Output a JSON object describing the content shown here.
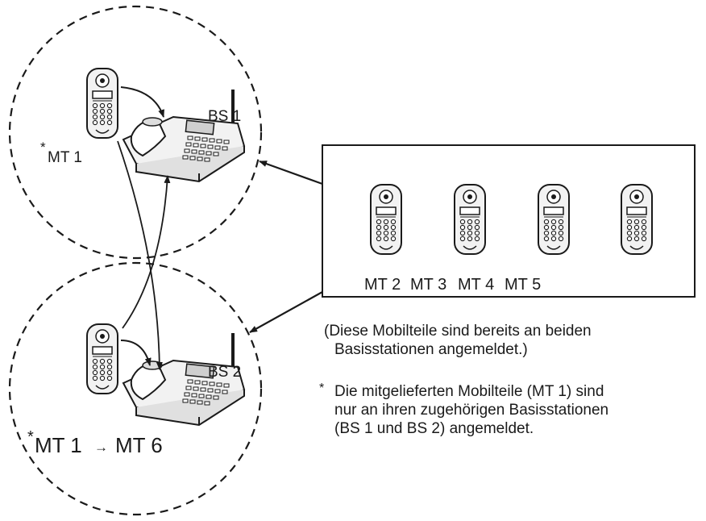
{
  "diagram": {
    "base_station_1_label": "BS 1",
    "base_station_2_label": "BS 2",
    "handset_1_label": "MT 1",
    "handset_1_marker": "*",
    "handset_6_label": "MT 1",
    "handset_6_marker": "*",
    "handset_6_arrow": "→",
    "handset_6_new": "MT 6",
    "shared_handset_labels": [
      "MT 2",
      "MT 3",
      "MT 4",
      "MT 5"
    ]
  },
  "notes": {
    "shared_line1": "(Diese Mobilteile sind bereits an beiden",
    "shared_line2": "Basisstationen angemeldet.)",
    "footnote_marker": "*",
    "footnote_line1": "Die mitgelieferten Mobilteile (MT 1) sind",
    "footnote_line2": "nur an ihren zugehörigen Basisstationen",
    "footnote_line3": "(BS 1 und BS 2) angemeldet."
  }
}
